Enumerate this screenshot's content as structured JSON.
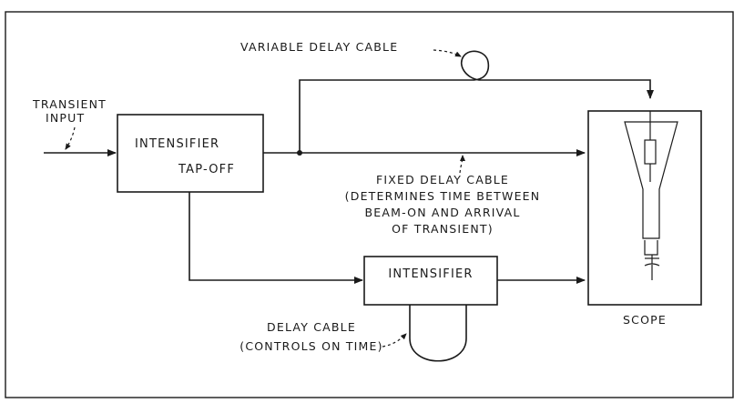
{
  "labels": {
    "transient_input_1": "TRANSIENT",
    "transient_input_2": "INPUT",
    "tapoff_1": "INTENSIFIER",
    "tapoff_2": "TAP-OFF",
    "variable_delay": "VARIABLE DELAY CABLE",
    "fixed_delay_1": "FIXED DELAY CABLE",
    "fixed_delay_2": "(DETERMINES TIME BETWEEN",
    "fixed_delay_3": "BEAM-ON AND ARRIVAL",
    "fixed_delay_4": "OF TRANSIENT)",
    "intensifier": "INTENSIFIER",
    "delay_cable_1": "DELAY CABLE",
    "delay_cable_2": "(CONTROLS ON TIME)",
    "scope": "SCOPE"
  }
}
